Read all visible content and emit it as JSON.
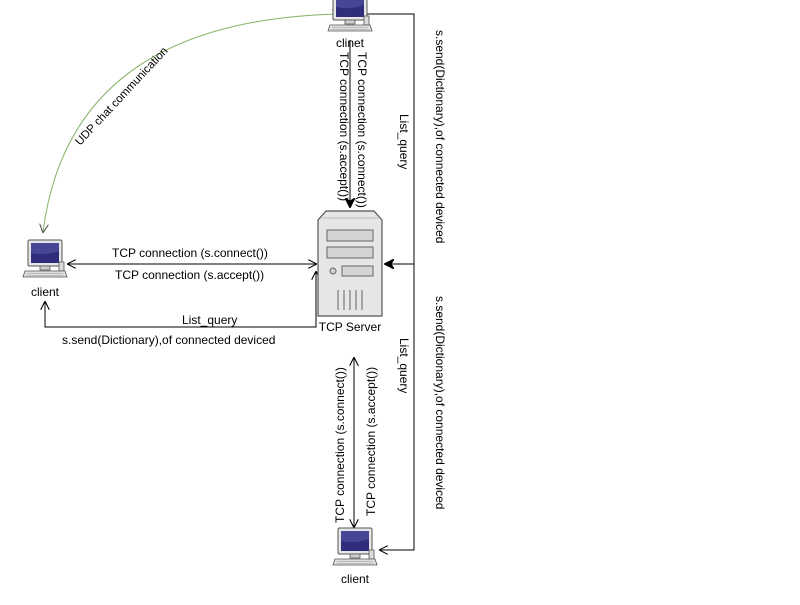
{
  "diagram": {
    "nodes": {
      "client_top": {
        "label": "clinet",
        "icon": "computer-icon"
      },
      "client_left": {
        "label": "client",
        "icon": "computer-icon"
      },
      "client_bottom": {
        "label": "client",
        "icon": "computer-icon"
      },
      "server": {
        "label": "TCP Server",
        "icon": "server-tower-icon"
      }
    },
    "edges": {
      "udp_chat": "UDP chat communication",
      "left_connect": "TCP connection (s.connect())",
      "left_accept": "TCP connection (s.accept())",
      "left_list_query": "List_query",
      "left_send_dict": "s.send(Dictionary),of connected deviced",
      "top_connect": "TCP connection (s.connect())",
      "top_accept": "TCP connection (s.accept())",
      "top_list_query": "List_query",
      "top_send_dict": "s.send(Dictionary),of connected deviced",
      "bottom_connect": "TCP connection (s.connect())",
      "bottom_accept": "TCP connection (s.accept())",
      "bottom_list_query": "List_query",
      "bottom_send_dict": "s.send(Dictionary),of connected deviced"
    },
    "colors": {
      "line": "#000000",
      "udp_line": "#82b366",
      "screen": "#3a3a8c",
      "device_body": "#e6e6e6"
    }
  }
}
